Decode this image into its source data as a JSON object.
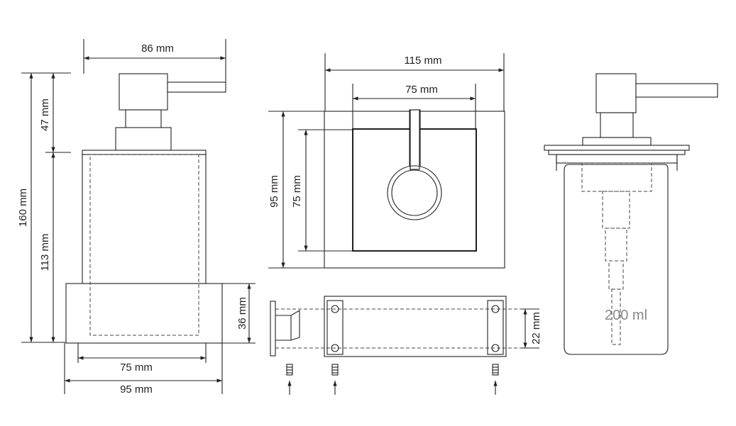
{
  "dimensions": {
    "top_width": "86 mm",
    "total_height": "160 mm",
    "pump_height": "47 mm",
    "bottle_height": "113 mm",
    "base_height": "36 mm",
    "base_inner_width": "75 mm",
    "base_outer_width": "95 mm",
    "plate_width": "115 mm",
    "plate_inner_width": "75 mm",
    "plate_height": "95 mm",
    "plate_inner_height": "75 mm",
    "bracket_height": "22 mm"
  },
  "capacity": "200 ml"
}
